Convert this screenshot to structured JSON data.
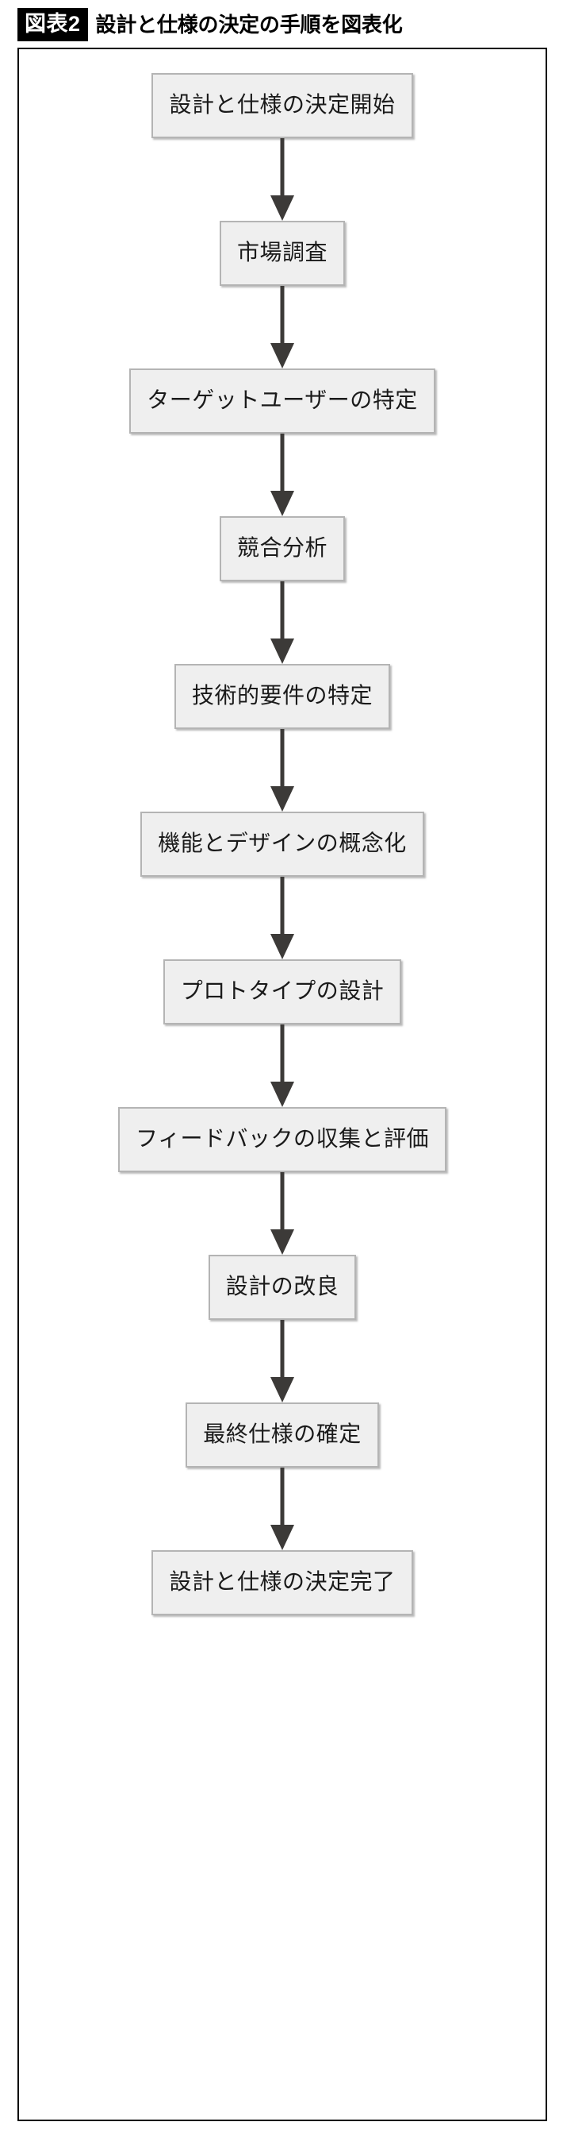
{
  "header": {
    "badge": "図表2",
    "title": "設計と仕様の決定の手順を図表化"
  },
  "colors": {
    "node_fill": "#efefef",
    "node_border": "#b4b4b4",
    "connector": "#3c3a38",
    "frame_border": "#000000",
    "badge_background": "#000000",
    "badge_text": "#ffffff",
    "text": "#1a1a1a"
  },
  "chart_data": {
    "type": "diagram",
    "diagram_type": "flowchart",
    "orientation": "vertical-top-to-bottom",
    "title": "設計と仕様の決定の手順を図表化",
    "node_count": 11,
    "connector_count": 10,
    "nodes": [
      {
        "id": "start",
        "label": "設計と仕様の決定開始",
        "shape": "rect",
        "role": "start"
      },
      {
        "id": "market",
        "label": "市場調査",
        "shape": "rect",
        "role": "process"
      },
      {
        "id": "target-user",
        "label": "ターゲットユーザーの特定",
        "shape": "rect",
        "role": "process"
      },
      {
        "id": "competitor",
        "label": "競合分析",
        "shape": "rect",
        "role": "process"
      },
      {
        "id": "tech-req",
        "label": "技術的要件の特定",
        "shape": "rect",
        "role": "process"
      },
      {
        "id": "concept",
        "label": "機能とデザインの概念化",
        "shape": "rect",
        "role": "process"
      },
      {
        "id": "prototype",
        "label": "プロトタイプの設計",
        "shape": "rect",
        "role": "process"
      },
      {
        "id": "feedback",
        "label": "フィードバックの収集と評価",
        "shape": "rect",
        "role": "process"
      },
      {
        "id": "refine",
        "label": "設計の改良",
        "shape": "rect",
        "role": "process"
      },
      {
        "id": "final-spec",
        "label": "最終仕様の確定",
        "shape": "rect",
        "role": "process"
      },
      {
        "id": "end",
        "label": "設計と仕様の決定完了",
        "shape": "rect",
        "role": "end"
      }
    ],
    "edges": [
      {
        "from": "start",
        "to": "market",
        "label": "",
        "style": "solid-arrow"
      },
      {
        "from": "market",
        "to": "target-user",
        "label": "",
        "style": "solid-arrow"
      },
      {
        "from": "target-user",
        "to": "competitor",
        "label": "",
        "style": "solid-arrow"
      },
      {
        "from": "competitor",
        "to": "tech-req",
        "label": "",
        "style": "solid-arrow"
      },
      {
        "from": "tech-req",
        "to": "concept",
        "label": "",
        "style": "solid-arrow"
      },
      {
        "from": "concept",
        "to": "prototype",
        "label": "",
        "style": "solid-arrow"
      },
      {
        "from": "prototype",
        "to": "feedback",
        "label": "",
        "style": "solid-arrow"
      },
      {
        "from": "feedback",
        "to": "refine",
        "label": "",
        "style": "solid-arrow"
      },
      {
        "from": "refine",
        "to": "final-spec",
        "label": "",
        "style": "solid-arrow"
      },
      {
        "from": "final-spec",
        "to": "end",
        "label": "",
        "style": "solid-arrow"
      }
    ]
  }
}
